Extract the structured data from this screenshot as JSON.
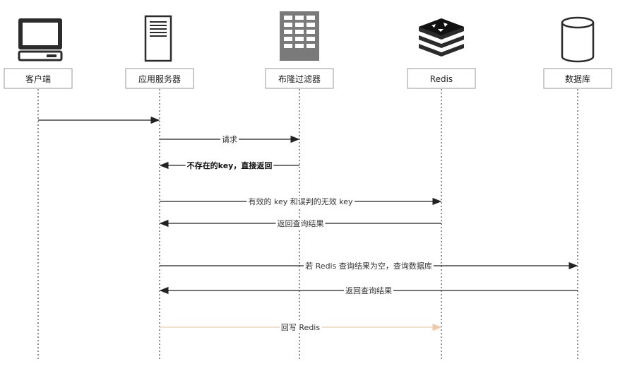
{
  "participants": [
    {
      "id": "client",
      "label": "客户端",
      "icon": "monitor-icon"
    },
    {
      "id": "app",
      "label": "应用服务器",
      "icon": "server-tower-icon"
    },
    {
      "id": "bloom",
      "label": "布隆过滤器",
      "icon": "filter-block-icon"
    },
    {
      "id": "redis",
      "label": "Redis",
      "icon": "redis-stack-icon"
    },
    {
      "id": "db",
      "label": "数据库",
      "icon": "database-cylinder-icon"
    }
  ],
  "messages": [
    {
      "from": "client",
      "to": "app",
      "label": ""
    },
    {
      "from": "app",
      "to": "bloom",
      "label": "请求"
    },
    {
      "from": "bloom",
      "to": "app",
      "label": "不存在的key，直接返回",
      "bold": true
    },
    {
      "from": "app",
      "to": "redis",
      "label": "有效的 key 和误判的无效 key"
    },
    {
      "from": "redis",
      "to": "app",
      "label": "返回查询结果"
    },
    {
      "from": "app",
      "to": "db",
      "label": "若 Redis 查询结果为空，查询数据库"
    },
    {
      "from": "db",
      "to": "app",
      "label": "返回查询结果"
    },
    {
      "from": "app",
      "to": "redis",
      "label": "回写 Redis",
      "highlight": true
    }
  ],
  "colors": {
    "arrow": "#222222",
    "highlight_arrow": "#f0c9a8",
    "lifeline": "#555555",
    "box_border": "#999999",
    "icon_dark": "#2b2b2b",
    "icon_grey": "#7a7a7a"
  }
}
